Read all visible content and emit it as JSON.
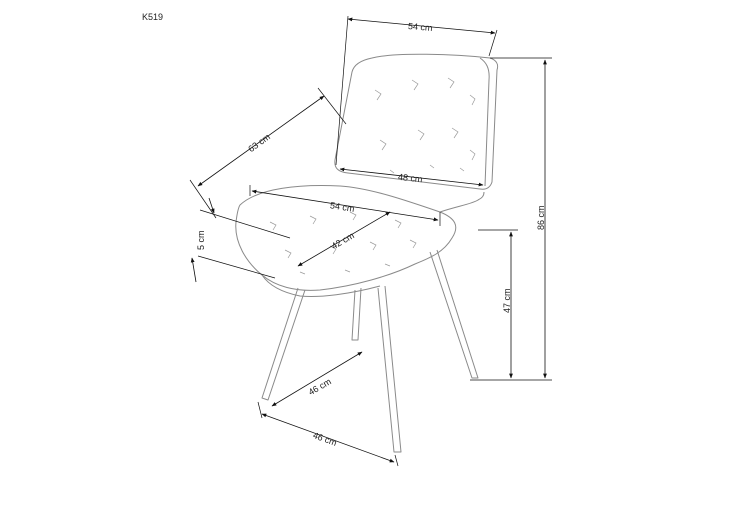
{
  "product_code": "K519",
  "dimensions": {
    "back_width": "54 cm",
    "back_depth": "48 cm",
    "diagonal": "63 cm",
    "seat_width": "54 cm",
    "seat_depth": "42 cm",
    "seat_thickness": "5 cm",
    "total_height": "86 cm",
    "seat_height": "47 cm",
    "leg_span_front": "46 cm",
    "leg_span_side": "46 cm"
  },
  "colors": {
    "outline": "#8a8a8a",
    "dimension": "#111111"
  }
}
